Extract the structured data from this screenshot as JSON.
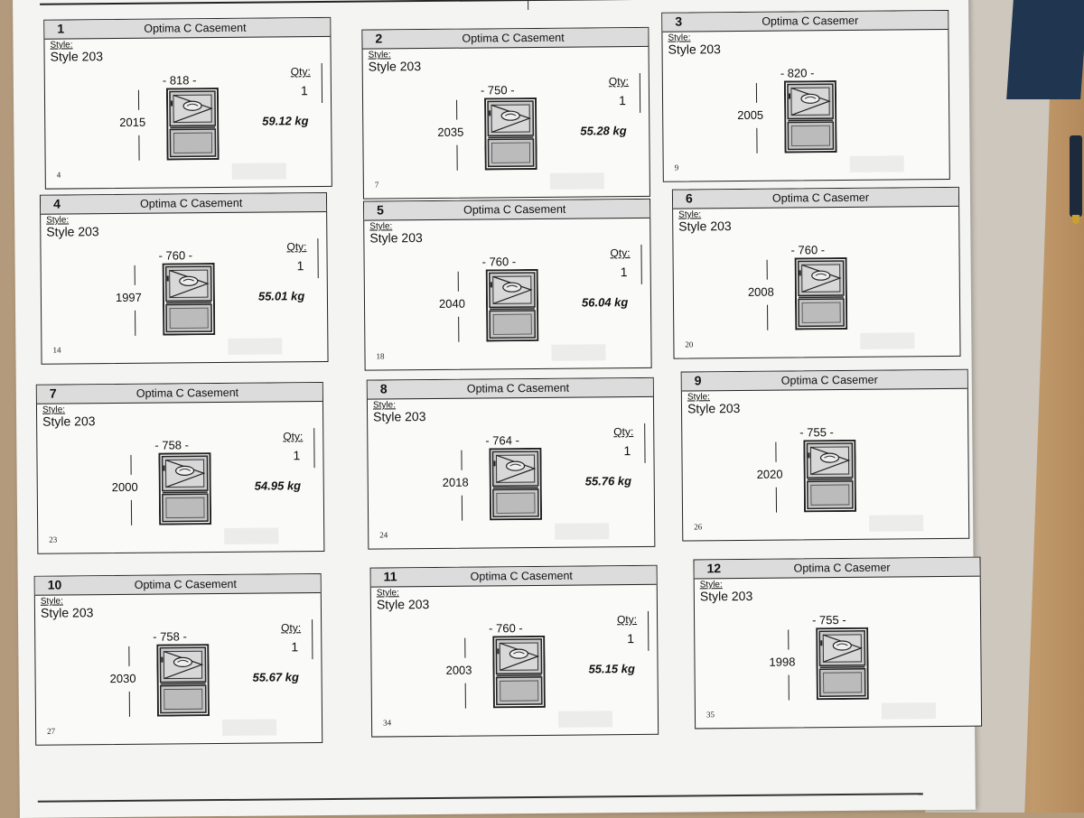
{
  "sheet": {
    "cards": [
      {
        "num": "1",
        "title": "Optima C Casement",
        "style_label": "Style:",
        "style": "Style 203",
        "qty_label": "Qty:",
        "qty": "1",
        "width": "- 818 -",
        "height": "2015",
        "weight": "59.12 kg",
        "ref": "4"
      },
      {
        "num": "2",
        "title": "Optima C Casement",
        "style_label": "Style:",
        "style": "Style 203",
        "qty_label": "Qty:",
        "qty": "1",
        "width": "- 750 -",
        "height": "2035",
        "weight": "55.28 kg",
        "ref": "7"
      },
      {
        "num": "3",
        "title": "Optima C Casemer",
        "style_label": "Style:",
        "style": "Style 203",
        "qty_label": "",
        "qty": "",
        "width": "- 820 -",
        "height": "2005",
        "weight": "",
        "ref": "9"
      },
      {
        "num": "4",
        "title": "Optima C Casement",
        "style_label": "Style:",
        "style": "Style 203",
        "qty_label": "Qty:",
        "qty": "1",
        "width": "- 760 -",
        "height": "1997",
        "weight": "55.01 kg",
        "ref": "14"
      },
      {
        "num": "5",
        "title": "Optima C Casement",
        "style_label": "Style:",
        "style": "Style 203",
        "qty_label": "Qty:",
        "qty": "1",
        "width": "- 760 -",
        "height": "2040",
        "weight": "56.04 kg",
        "ref": "18"
      },
      {
        "num": "6",
        "title": "Optima C Casemer",
        "style_label": "Style:",
        "style": "Style 203",
        "qty_label": "",
        "qty": "",
        "width": "- 760 -",
        "height": "2008",
        "weight": "",
        "ref": "20"
      },
      {
        "num": "7",
        "title": "Optima C Casement",
        "style_label": "Style:",
        "style": "Style 203",
        "qty_label": "Qty:",
        "qty": "1",
        "width": "- 758 -",
        "height": "2000",
        "weight": "54.95 kg",
        "ref": "23"
      },
      {
        "num": "8",
        "title": "Optima C Casement",
        "style_label": "Style:",
        "style": "Style 203",
        "qty_label": "Qty:",
        "qty": "1",
        "width": "- 764 -",
        "height": "2018",
        "weight": "55.76 kg",
        "ref": "24"
      },
      {
        "num": "9",
        "title": "Optima C Casemer",
        "style_label": "Style:",
        "style": "Style 203",
        "qty_label": "",
        "qty": "",
        "width": "- 755 -",
        "height": "2020",
        "weight": "",
        "ref": "26"
      },
      {
        "num": "10",
        "title": "Optima C Casement",
        "style_label": "Style:",
        "style": "Style 203",
        "qty_label": "Qty:",
        "qty": "1",
        "width": "- 758 -",
        "height": "2030",
        "weight": "55.67 kg",
        "ref": "27"
      },
      {
        "num": "11",
        "title": "Optima C Casement",
        "style_label": "Style:",
        "style": "Style 203",
        "qty_label": "Qty:",
        "qty": "1",
        "width": "- 760 -",
        "height": "2003",
        "weight": "55.15 kg",
        "ref": "34"
      },
      {
        "num": "12",
        "title": "Optima C Casemer",
        "style_label": "Style:",
        "style": "Style 203",
        "qty_label": "",
        "qty": "",
        "width": "- 755 -",
        "height": "1998",
        "weight": "",
        "ref": "35"
      }
    ]
  },
  "colors": {
    "paper": "#f4f4f2",
    "header": "#dcdcdc",
    "ink": "#111111"
  },
  "icons": {
    "window": "casement-door-icon"
  }
}
